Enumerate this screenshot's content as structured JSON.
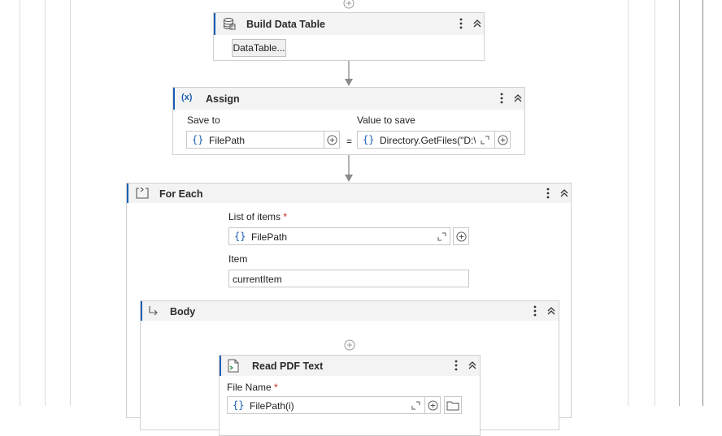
{
  "workflow": {
    "build_data_table": {
      "title": "Build Data Table",
      "button_label": "DataTable..."
    },
    "assign": {
      "title": "Assign",
      "save_to_label": "Save to",
      "save_to_value": "FilePath",
      "equals": "=",
      "value_to_save_label": "Value to save",
      "value_to_save_value": "Directory.GetFiles(\"D:\\"
    },
    "for_each": {
      "title": "For Each",
      "list_label": "List of items",
      "list_required": "*",
      "list_value": "FilePath",
      "item_label": "Item",
      "item_value": "currentItem",
      "body": {
        "title": "Body",
        "read_pdf": {
          "title": "Read PDF Text",
          "file_name_label": "File Name",
          "file_name_required": "*",
          "file_name_value": "FilePath(i)"
        }
      }
    }
  },
  "colors": {
    "accent": "#1a5fb4",
    "required": "#c42b1c",
    "header_bg": "#f3f3f3",
    "border": "#d0d0d0"
  },
  "icons": {
    "build_data_table": "database-icon",
    "assign": "variable-x-icon",
    "for_each": "loop-icon",
    "body": "branch-arrow-icon",
    "read_pdf": "pdf-document-icon",
    "menu": "kebab-menu-icon",
    "collapse": "chevron-double-up-icon",
    "add": "plus-circle-icon",
    "expand": "expand-icon",
    "folder": "folder-icon"
  }
}
